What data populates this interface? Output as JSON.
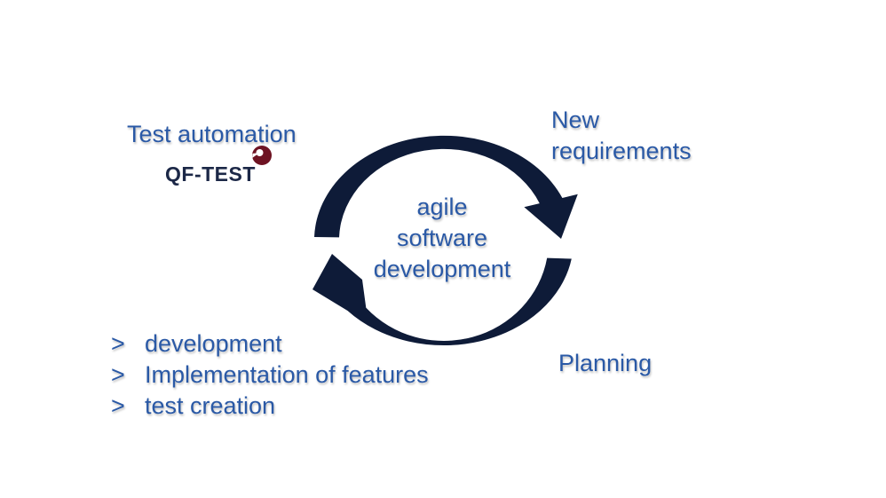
{
  "colors": {
    "background": "#ffffff",
    "text_blue": "#2a59a6",
    "arrow_navy": "#0e1b38",
    "logo_text_navy": "#1c2847",
    "logo_ball_red": "#6e1322",
    "logo_ball_white": "#ffffff"
  },
  "labels": {
    "test_automation": "Test automation",
    "new_requirements_line1": "New",
    "new_requirements_line2": "requirements",
    "planning": "Planning"
  },
  "cycle_center": {
    "line1": "agile",
    "line2": "software",
    "line3": "development"
  },
  "logo": {
    "text": "QF-TEST",
    "icon": "qf-test-ball-icon"
  },
  "bullet_list": {
    "marker": ">",
    "items": [
      "development",
      "Implementation of features",
      "test creation"
    ]
  },
  "diagram": {
    "type": "cycle",
    "arrows": [
      "clockwise-top-arrow",
      "clockwise-bottom-arrow"
    ]
  }
}
